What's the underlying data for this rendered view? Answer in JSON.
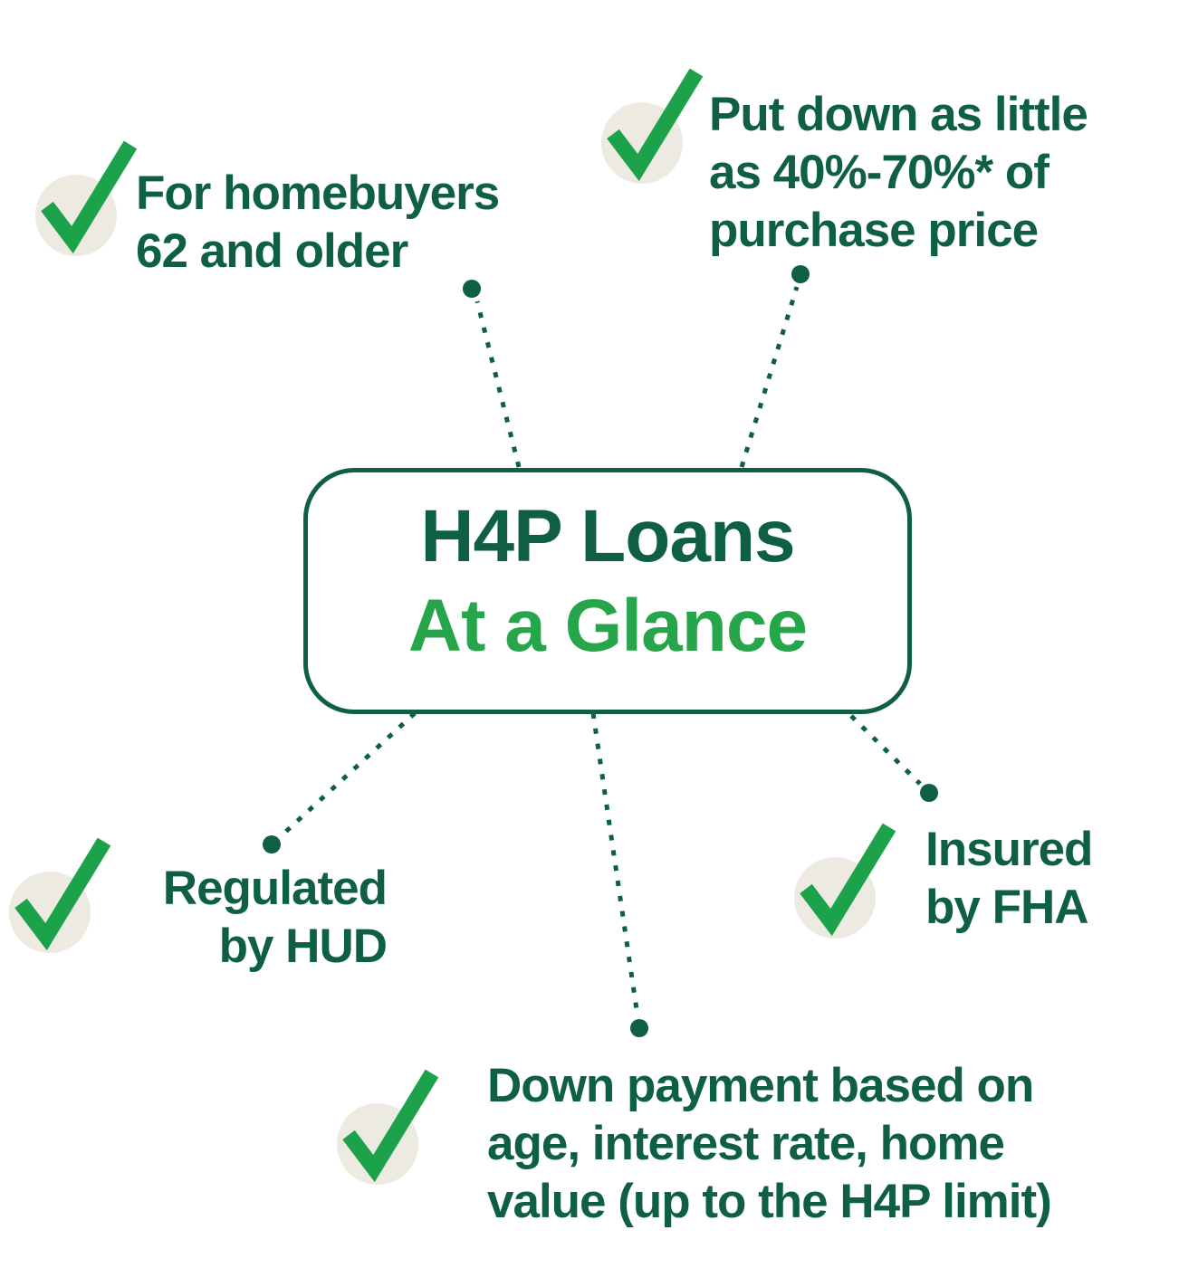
{
  "title": {
    "line1": "H4P Loans",
    "line2": "At a Glance"
  },
  "items": [
    {
      "id": "homebuyers",
      "lines": [
        "For homebuyers",
        "62 and older"
      ]
    },
    {
      "id": "down-as-little",
      "lines": [
        "Put down as little",
        "as 40%-70%* of",
        "purchase price"
      ]
    },
    {
      "id": "regulated",
      "lines": [
        "Regulated",
        "by HUD"
      ]
    },
    {
      "id": "insured",
      "lines": [
        "Insured",
        "by FHA"
      ]
    },
    {
      "id": "down-payment",
      "lines": [
        "Down payment based on",
        "age, interest rate, home",
        "value (up to the H4P limit)"
      ]
    }
  ],
  "colors": {
    "dark_green": "#0e5f46",
    "bright_green": "#27a54a",
    "check_green": "#1ba24a",
    "circle_beige": "#eceae1",
    "background": "#ffffff"
  }
}
